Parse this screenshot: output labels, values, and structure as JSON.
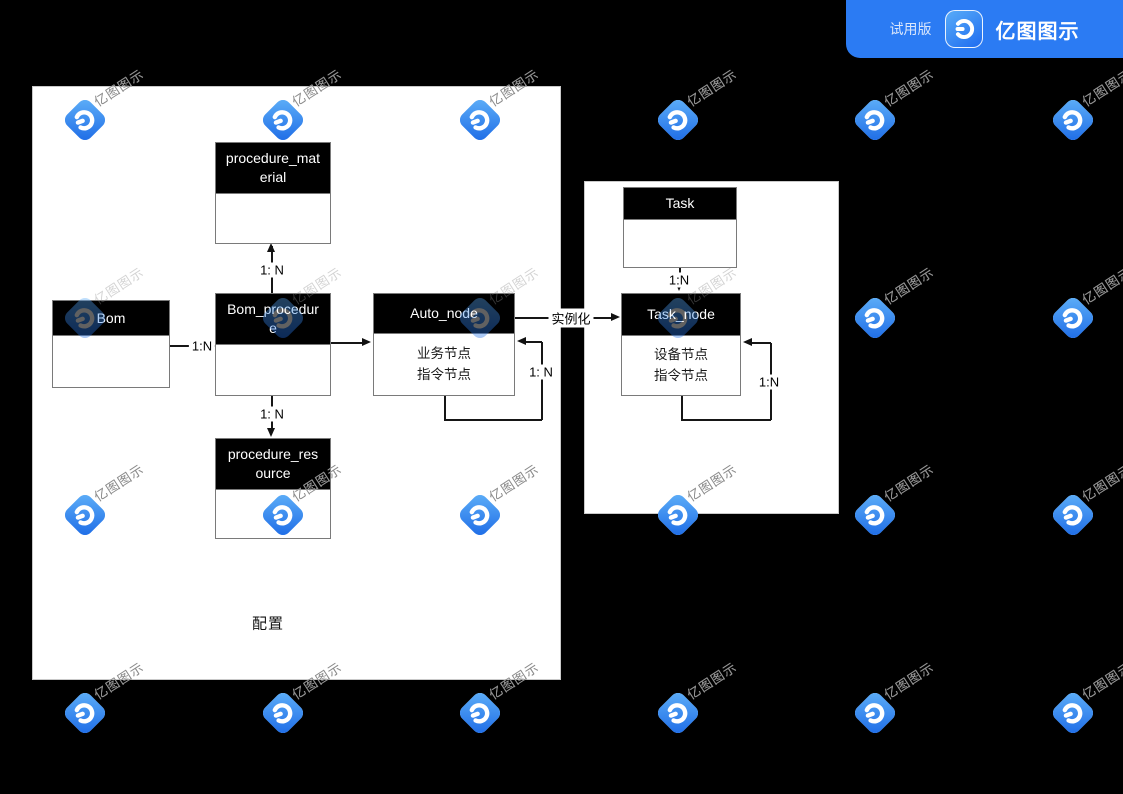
{
  "banner": {
    "trial_label": "试用版",
    "brand": "亿图图示"
  },
  "watermark": {
    "text": "亿图图示"
  },
  "caption": "配置",
  "entities": {
    "procedure_material": {
      "title": "procedure_material"
    },
    "bom": {
      "title": "Bom"
    },
    "bom_procedure": {
      "title": "Bom_procedure"
    },
    "auto_node": {
      "title": "Auto_node",
      "body": [
        "业务节点",
        "指令节点"
      ]
    },
    "procedure_resource": {
      "title": "procedure_resource"
    },
    "task": {
      "title": "Task"
    },
    "task_node": {
      "title": "Task_node",
      "body": [
        "设备节点",
        "指令节点"
      ]
    }
  },
  "connectors": {
    "bomprocedure_to_material": {
      "label": "1: N"
    },
    "bom_to_bomprocedure": {
      "label": "1:N"
    },
    "bomprocedure_to_resource": {
      "label": "1: N"
    },
    "autonode_to_tasknode": {
      "label": "实例化"
    },
    "autonode_self_loop": {
      "label": "1: N"
    },
    "task_to_tasknode": {
      "label": "1:N"
    },
    "tasknode_self_loop": {
      "label": "1:N"
    }
  },
  "colors": {
    "canvas_bg": "#000000",
    "panel_bg": "#ffffff",
    "entity_header_bg": "#000000",
    "entity_header_text": "#ffffff",
    "banner_bg": "#2b7bf3",
    "watermark_blue": "#3b97f2",
    "line": "#161616"
  }
}
